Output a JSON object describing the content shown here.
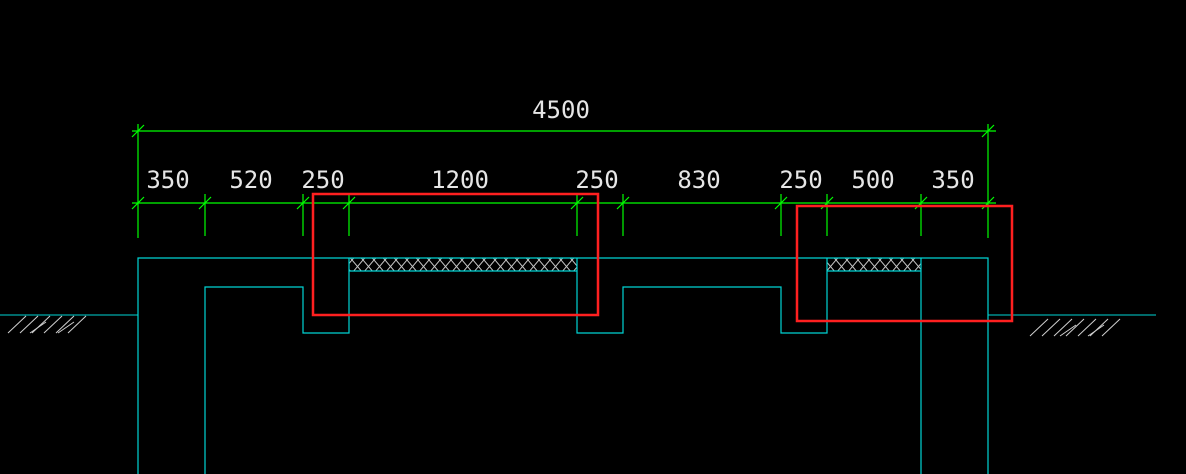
{
  "drawing": {
    "overall_dimension": "4500",
    "segment_dimensions": [
      "350",
      "520",
      "250",
      "1200",
      "250",
      "830",
      "250",
      "500",
      "350"
    ]
  },
  "colors": {
    "background": "#000000",
    "dimension": "#00ff00",
    "dimension_text": "#e6e6e6",
    "structure": "#00d4d4",
    "hatch": "#c8c8c8",
    "highlight": "#ff2020",
    "ground": "#d0d0d0"
  }
}
